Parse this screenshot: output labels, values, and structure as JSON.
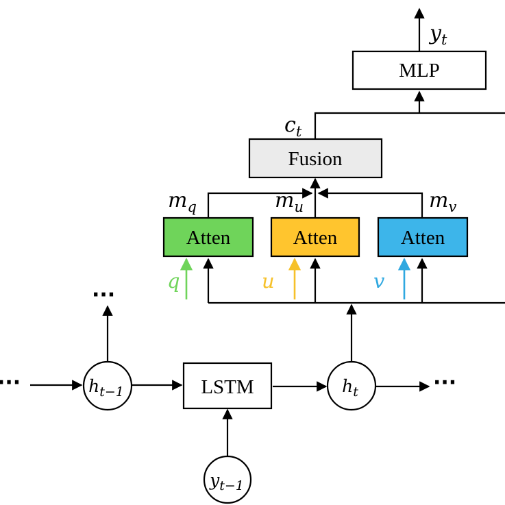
{
  "boxes": {
    "mlp": "MLP",
    "fusion": "Fusion",
    "atten_q": "Atten",
    "atten_u": "Atten",
    "atten_v": "Atten",
    "lstm": "LSTM"
  },
  "variables": {
    "y_t": {
      "base": "y",
      "sub": "t"
    },
    "c_t": {
      "base": "c",
      "sub": "t"
    },
    "m_q": {
      "base": "m",
      "sub": "q"
    },
    "m_u": {
      "base": "m",
      "sub": "u"
    },
    "m_v": {
      "base": "m",
      "sub": "v"
    },
    "q": "q",
    "u": "u",
    "v": "v",
    "h_t_minus_1": {
      "base": "h",
      "sub": "t−1"
    },
    "h_t": {
      "base": "h",
      "sub": "t"
    },
    "y_t_minus_1": {
      "base": "y",
      "sub": "t−1"
    }
  },
  "ellipses": {
    "left": "···",
    "right": "···",
    "top": "···"
  },
  "colors": {
    "fusion_fill": "#ebebeb",
    "atten_q_fill": "#6fd45a",
    "atten_u_fill": "#ffc52e",
    "atten_v_fill": "#3db5ea",
    "q_color": "#6fd45a",
    "u_color": "#f6c12a",
    "v_color": "#2fa8e0"
  }
}
